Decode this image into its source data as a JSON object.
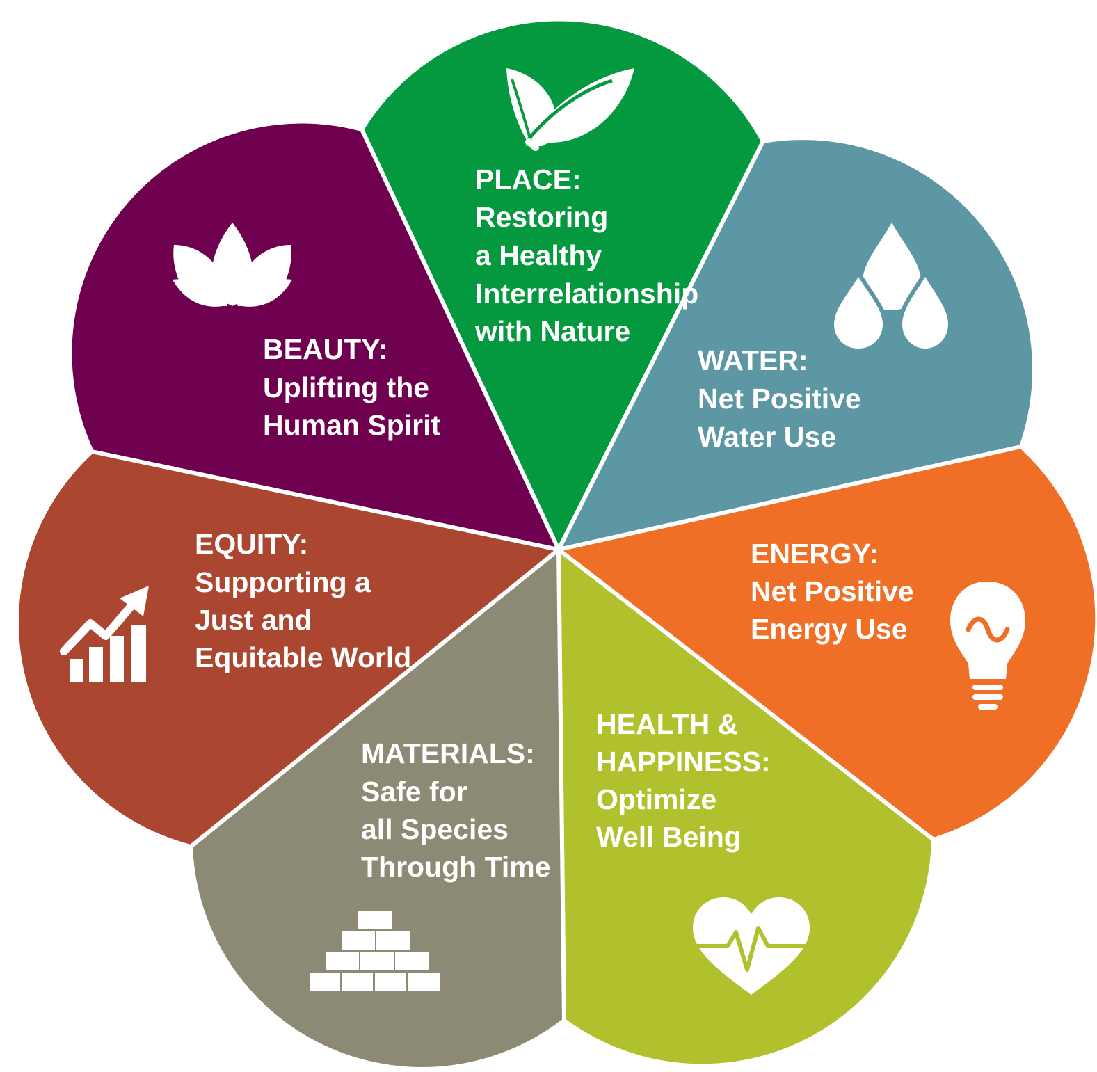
{
  "petals": [
    {
      "id": "place",
      "color": "#05993f",
      "icon": "leaf-icon",
      "title": "PLACE:",
      "lines": [
        "Restoring",
        "a Healthy",
        "Interrelationship",
        "with Nature"
      ]
    },
    {
      "id": "water",
      "color": "#5d97a4",
      "icon": "water-drops-icon",
      "title": "WATER:",
      "lines": [
        "Net Positive",
        "Water Use"
      ]
    },
    {
      "id": "energy",
      "color": "#ee6f25",
      "icon": "light-bulb-icon",
      "title": "ENERGY:",
      "lines": [
        "Net Positive",
        "Energy Use"
      ]
    },
    {
      "id": "health",
      "color": "#b1c12e",
      "icon": "heart-pulse-icon",
      "title": "HEALTH &",
      "title2": "HAPPINESS:",
      "lines": [
        "Optimize",
        "Well Being"
      ]
    },
    {
      "id": "materials",
      "color": "#8c8a74",
      "icon": "bricks-icon",
      "title": "MATERIALS:",
      "lines": [
        "Safe for",
        "all Species",
        "Through Time"
      ]
    },
    {
      "id": "equity",
      "color": "#ab4630",
      "icon": "growth-chart-icon",
      "title": "EQUITY:",
      "lines": [
        "Supporting a",
        "Just and",
        "Equitable World"
      ]
    },
    {
      "id": "beauty",
      "color": "#6e004f",
      "icon": "lotus-icon",
      "title": "BEAUTY:",
      "lines": [
        "Uplifting the",
        "Human Spirit"
      ]
    }
  ]
}
